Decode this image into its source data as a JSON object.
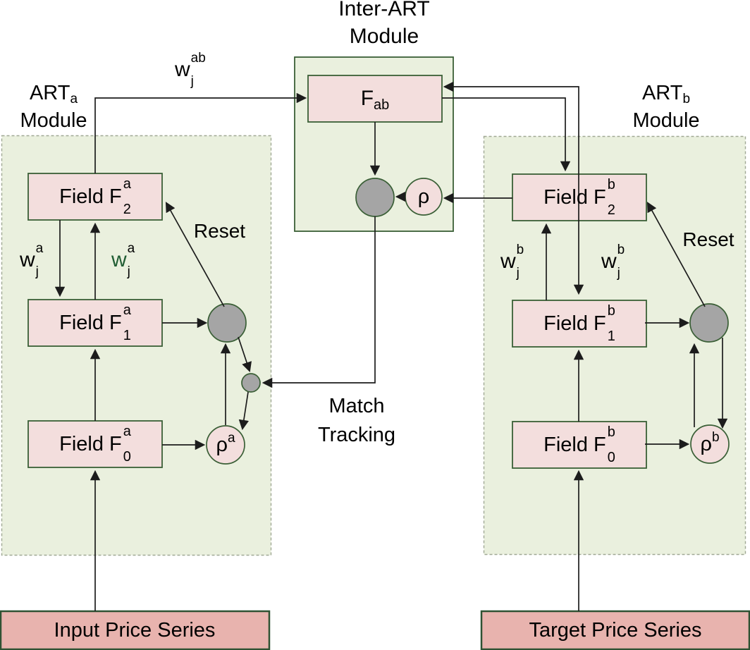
{
  "colors": {
    "field_fill": "#f3dedd",
    "field_border": "#3a5f36",
    "module_fill": "#eaf0de",
    "module_border_solid": "#3a5f36",
    "module_border_dashed": "#a0a894",
    "series_fill": "#e8b3ae",
    "gray_node_fill": "#a5a5a5",
    "line_color": "#1c1c1c",
    "green_w_color": "#1f5c32"
  },
  "inter_art": {
    "title_line1": "Inter-ART",
    "title_line2": "Module",
    "fab": {
      "base": "F",
      "sub": "ab"
    },
    "rho": "ρ"
  },
  "art_a": {
    "title_base": "ART",
    "title_sub": "a",
    "title_line2": "Module",
    "fields": {
      "f2": {
        "base": "Field F",
        "sup": "a",
        "sub": "2"
      },
      "f1": {
        "base": "Field F",
        "sup": "a",
        "sub": "1"
      },
      "f0": {
        "base": "Field F",
        "sup": "a",
        "sub": "0"
      }
    },
    "w_left": {
      "base": "w",
      "sup": "a",
      "sub": "j"
    },
    "w_right": {
      "base": "w",
      "sup": "a",
      "sub": "j"
    },
    "reset": "Reset",
    "rho": {
      "base": "ρ",
      "sup": "a"
    }
  },
  "art_b": {
    "title_base": "ART",
    "title_sub": "b",
    "title_line2": "Module",
    "fields": {
      "f2": {
        "base": "Field F",
        "sup": "b",
        "sub": "2"
      },
      "f1": {
        "base": "Field F",
        "sup": "b",
        "sub": "1"
      },
      "f0": {
        "base": "Field F",
        "sup": "b",
        "sub": "0"
      }
    },
    "w_left": {
      "base": "w",
      "sup": "b",
      "sub": "j"
    },
    "w_right": {
      "base": "w",
      "sup": "b",
      "sub": "j"
    },
    "reset": "Reset",
    "rho": {
      "base": "ρ",
      "sup": "b"
    }
  },
  "center": {
    "w_ab": {
      "base": "w",
      "sup": "ab",
      "sub": "j"
    },
    "match_line1": "Match",
    "match_line2": "Tracking"
  },
  "sources": {
    "input": "Input Price Series",
    "target": "Target Price Series"
  }
}
